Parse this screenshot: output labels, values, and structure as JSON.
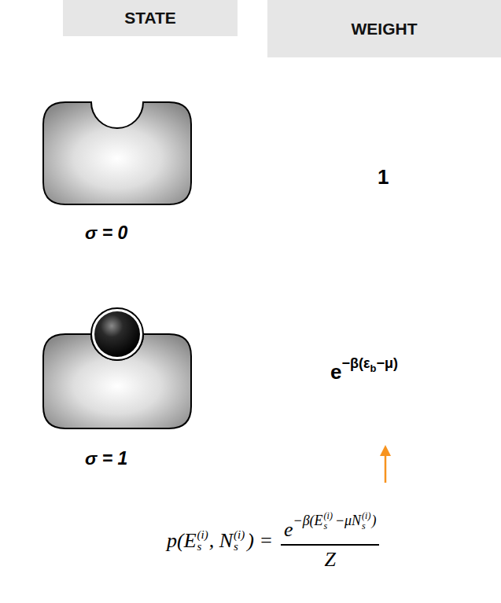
{
  "diagram": {
    "nodes": [
      {
        "text": [
          "STATE"
        ]
      },
      {
        "text": [
          "WEIGHT"
        ]
      }
    ],
    "labels": [
      "σ = 0",
      "σ = 1",
      "1",
      "e",
      "−β(ε",
      "b",
      "−μ)",
      "p(E",
      "(i)",
      "s",
      ", N",
      "(i)",
      "s",
      ") =",
      "e",
      "−β(E",
      "(i)",
      "s",
      "−μN",
      "(i)",
      "s",
      ")",
      "Z"
    ]
  }
}
